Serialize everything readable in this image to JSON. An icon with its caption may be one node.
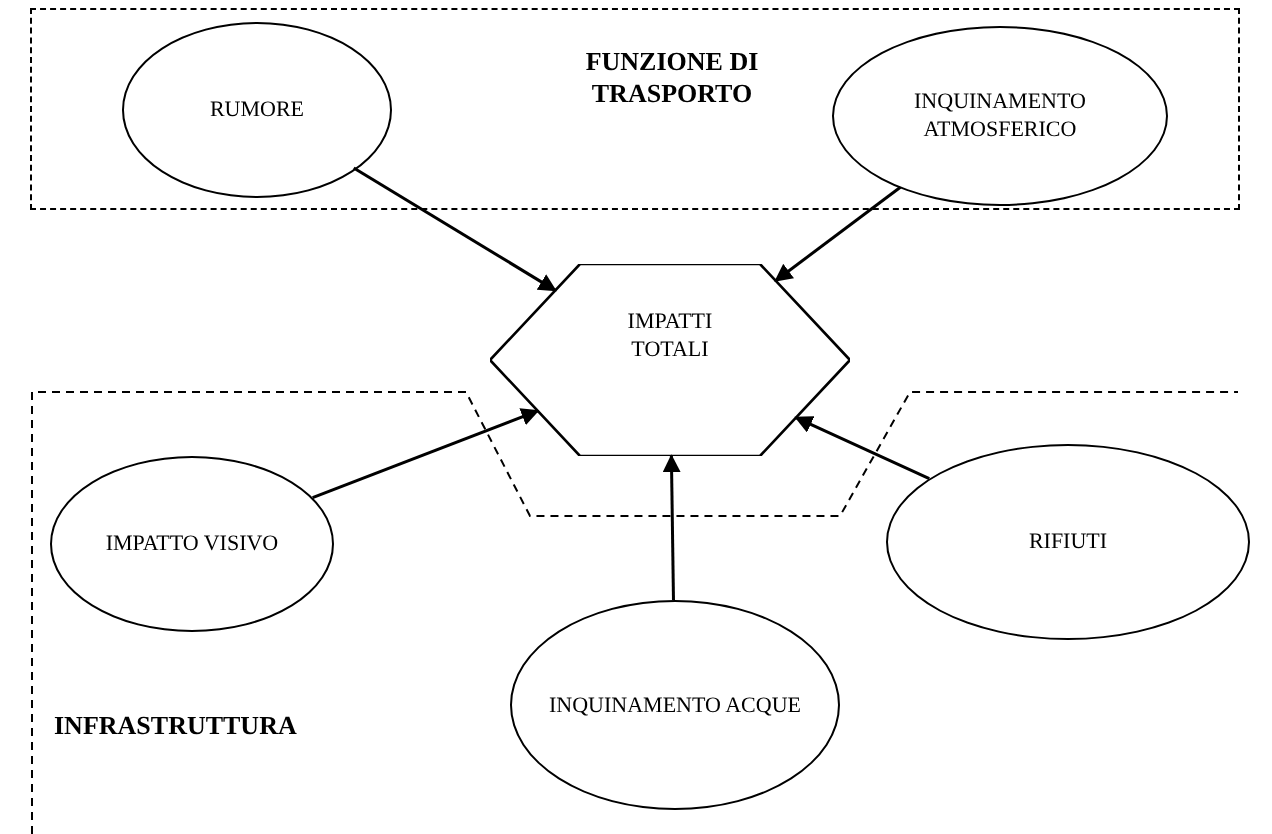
{
  "diagram": {
    "nodes": [
      {
        "text": [
          "FUNZIONE DI TRASPORTO"
        ]
      },
      {
        "text": [
          "RUMORE"
        ],
        "in": 0
      },
      {
        "text": [
          "INQUINAMENTO ATMOSFERICO"
        ],
        "in": 0
      },
      {
        "text": [
          "IMPATTI TOTALI"
        ]
      },
      {
        "text": [
          "INFRASTRUTTURA"
        ]
      },
      {
        "text": [
          "IMPATTO VISIVO"
        ],
        "in": 4
      },
      {
        "text": [
          "RIFIUTI"
        ],
        "in": 4
      },
      {
        "text": [
          "INQUINAMENTO ACQUE"
        ],
        "in": 4
      }
    ],
    "edges": [
      {
        "from": 1,
        "to": 3,
        "arrow": "to"
      },
      {
        "from": 2,
        "to": 3,
        "arrow": "to"
      },
      {
        "from": 5,
        "to": 3,
        "arrow": "to"
      },
      {
        "from": 6,
        "to": 3,
        "arrow": "to"
      },
      {
        "from": 7,
        "to": 3,
        "arrow": "to"
      }
    ]
  }
}
